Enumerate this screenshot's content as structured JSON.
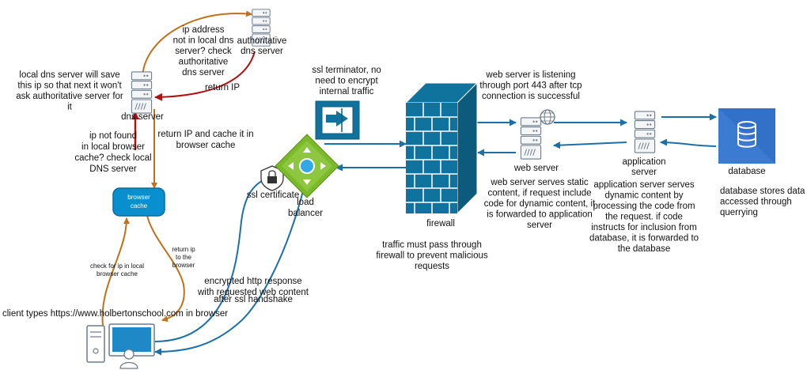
{
  "nodes": {
    "authoritative_dns": "authoritative\ndns server",
    "dns_server": "dns server",
    "browser_cache": "browser\ncache",
    "ssl_certificate": "ssl certificate",
    "load_balancer": "load\nbalancer",
    "firewall": "firewall",
    "web_server": "web server",
    "application_server": "application\nserver",
    "database": "database"
  },
  "annotations": {
    "ip_not_in_local_dns": "ip address\nnot in local dns\nserver? check\nauthoritative\ndns server",
    "return_ip": "return IP",
    "local_dns_save": "local dns server will save\nthis ip so that next it won't\nask authoritative server for\nit",
    "ip_not_found_browser": "ip not found\nin local browser\ncache? check local\nDNS server",
    "return_ip_cache": "return IP and cache it in\nbrowser cache",
    "ssl_terminator": "ssl terminator, no\nneed to encrypt\ninternal traffic",
    "web_server_listening": "web server is listening\nthrough port 443 after tcp\nconnection is successful",
    "web_server_static": "web server serves static\ncontent, if request include\ncode for dynamic content, it\nis forwarded to application\nserver",
    "app_server_dynamic": "application server serves\ndynamic content by\nprocessing the code from\nthe request. if code\ninstructs for inclusion from\ndatabase, it is forwarded to\nthe database",
    "database_stores": "database stores data\naccessed through\nquerrying",
    "firewall_traffic": "traffic must pass through\nfirewall to prevent malicious\nrequests",
    "check_ip_browser": "check for ip in local\nbrowser cache",
    "return_ip_browser": "return ip\nto the\nbrowser",
    "encrypted_response": "encrypted http response\nwith requested web content",
    "after_ssl": "after ssl handshake",
    "client_types": "client types https://www.holbertonschool.com in browser"
  },
  "colors": {
    "orange": "#c0711b",
    "red": "#b11010",
    "blue": "#1d6fa5",
    "teal": "#10739e",
    "azure": "#3b7bd1",
    "firewall": "#10739e",
    "server_outline": "#6c7a8a"
  }
}
